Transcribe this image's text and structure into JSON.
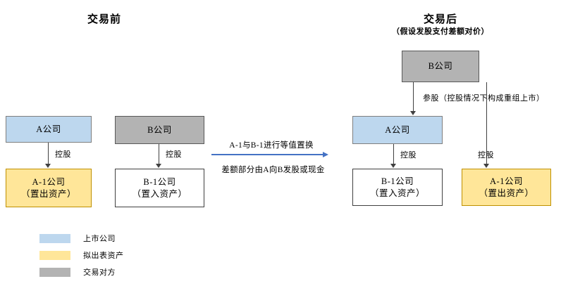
{
  "diagram": {
    "left_section": {
      "title": "交易前",
      "boxes": {
        "a_company": {
          "line1": "A公司"
        },
        "b_company": {
          "line1": "B公司"
        },
        "a1_company": {
          "line1": "A-1公司",
          "line2": "（置出资产）"
        },
        "b1_company": {
          "line1": "B-1公司",
          "line2": "（置入资产）"
        }
      },
      "edges": {
        "a_to_a1": "控股",
        "b_to_b1": "控股"
      }
    },
    "middle": {
      "top_text": "A-1与B-1进行等值置换",
      "bottom_text": "差额部分由A向B发股或现金",
      "arrow_color": "#4472c4"
    },
    "right_section": {
      "title": "交易后",
      "subtitle": "（假设发股支付差额对价）",
      "boxes": {
        "b_company": {
          "line1": "B公司"
        },
        "a_company": {
          "line1": "A公司"
        },
        "b1_company": {
          "line1": "B-1公司",
          "line2": "（置入资产）"
        },
        "a1_company": {
          "line1": "A-1公司",
          "line2": "（置出资产）"
        }
      },
      "edges": {
        "b_to_a": "参股（控股情况下构成重组上市）",
        "a_to_b1": "控股",
        "b_to_a1": "控股"
      }
    },
    "legend": [
      {
        "color": "#bdd7ee",
        "label": "上市公司"
      },
      {
        "color": "#ffe699",
        "label": "拟出表资产"
      },
      {
        "color": "#b3b3b3",
        "label": "交易对方"
      }
    ]
  }
}
